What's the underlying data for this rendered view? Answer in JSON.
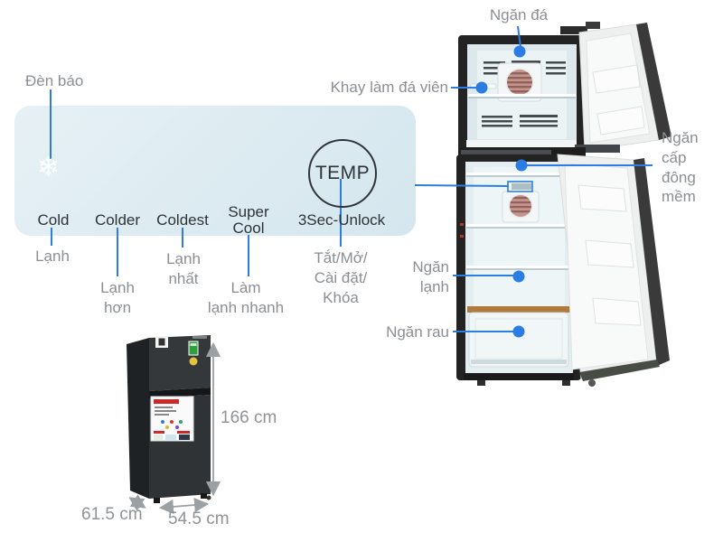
{
  "colors": {
    "accent_blue": "#2b7de3",
    "panel_background": "#dcebf1",
    "caption_gray": "#8b8f93",
    "panel_text_dark": "#2e3338"
  },
  "control_panel": {
    "indicator_label": "Đèn báo",
    "snowflake": "❄",
    "modes": [
      {
        "label": "Cold",
        "caption": "Lạnh"
      },
      {
        "label": "Colder",
        "caption": "Lạnh\nhơn"
      },
      {
        "label": "Coldest",
        "caption": "Lạnh\nnhất"
      },
      {
        "label": "Super\nCool",
        "caption": "Làm\nlạnh nhanh"
      }
    ],
    "temp_button_label": "TEMP",
    "unlock_label": "3Sec-Unlock",
    "temp_caption": "Tắt/Mở/\nCài đặt/\nKhóa"
  },
  "callouts": {
    "freezer": "Ngăn đá",
    "ice_tray": "Khay làm đá viên",
    "soft_freezer": "Ngăn\ncấp\nđông\nmềm",
    "cooler": "Ngăn\nlạnh",
    "crisper": "Ngăn rau"
  },
  "dimensions": {
    "height": "166 cm",
    "depth": "61.5 cm",
    "width": "54.5 cm"
  }
}
